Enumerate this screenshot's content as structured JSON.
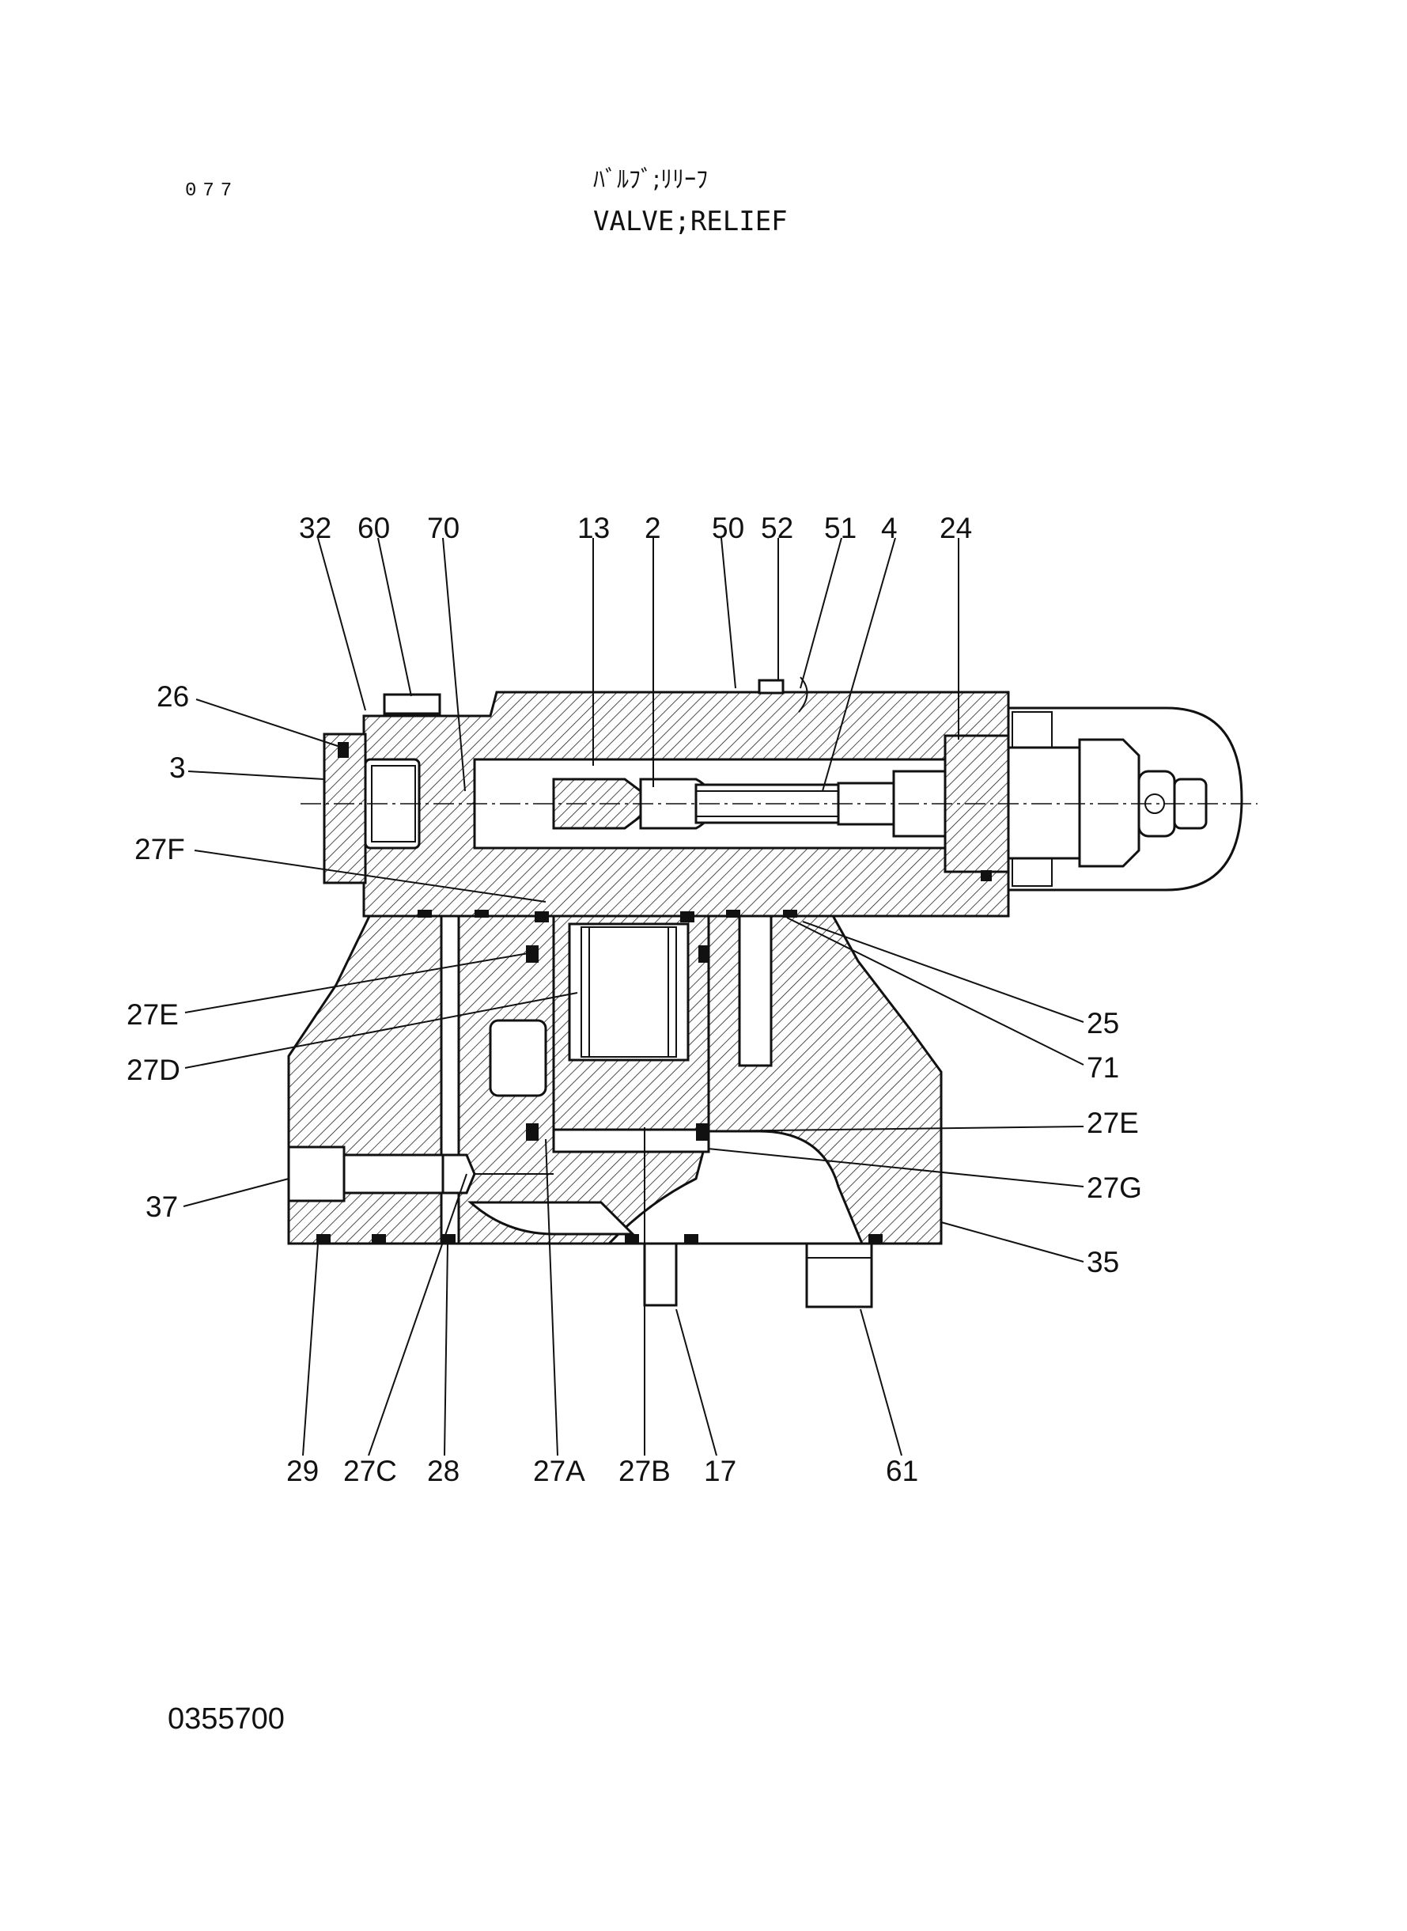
{
  "header": {
    "page_number": "077",
    "title_jp": "ﾊﾞﾙﾌﾞ;ﾘﾘｰﾌ",
    "title_en": "VALVE;RELIEF"
  },
  "footer": {
    "drawing_number": "0355700"
  },
  "callouts": {
    "top": [
      "32",
      "60",
      "70",
      "13",
      "2",
      "50",
      "52",
      "51",
      "4",
      "24"
    ],
    "left": [
      "26",
      "3",
      "27F",
      "27E",
      "27D",
      "37"
    ],
    "right": [
      "25",
      "71",
      "27E",
      "27G",
      "35"
    ],
    "bottom": [
      "29",
      "27C",
      "28",
      "27A",
      "27B",
      "17",
      "61"
    ]
  }
}
